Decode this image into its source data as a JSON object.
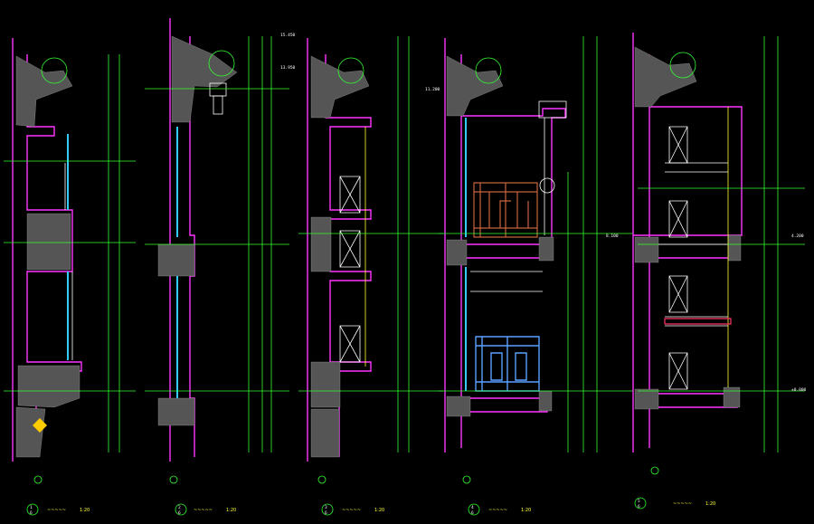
{
  "drawing": {
    "background": "#000000",
    "colors": {
      "wall": "#ff33ff",
      "dimension": "#33ff33",
      "glass": "#33ccff",
      "annotation": "#ffff33",
      "line": "#ffffff",
      "lattice_brown": "#c8643c",
      "lattice_blue": "#5aa0ff"
    },
    "sections": [
      {
        "id": "1",
        "sheet": "6",
        "title": "1:20"
      },
      {
        "id": "2",
        "sheet": "6",
        "title": "1:20"
      },
      {
        "id": "3",
        "sheet": "6",
        "title": "1:20"
      },
      {
        "id": "4",
        "sheet": "6",
        "title": "1:20"
      },
      {
        "id": "5",
        "sheet": "6",
        "title": "1:20"
      }
    ],
    "elevations": [
      "15.450",
      "13.950",
      "11.200",
      "8.100",
      "4.200",
      "±0.000"
    ]
  }
}
